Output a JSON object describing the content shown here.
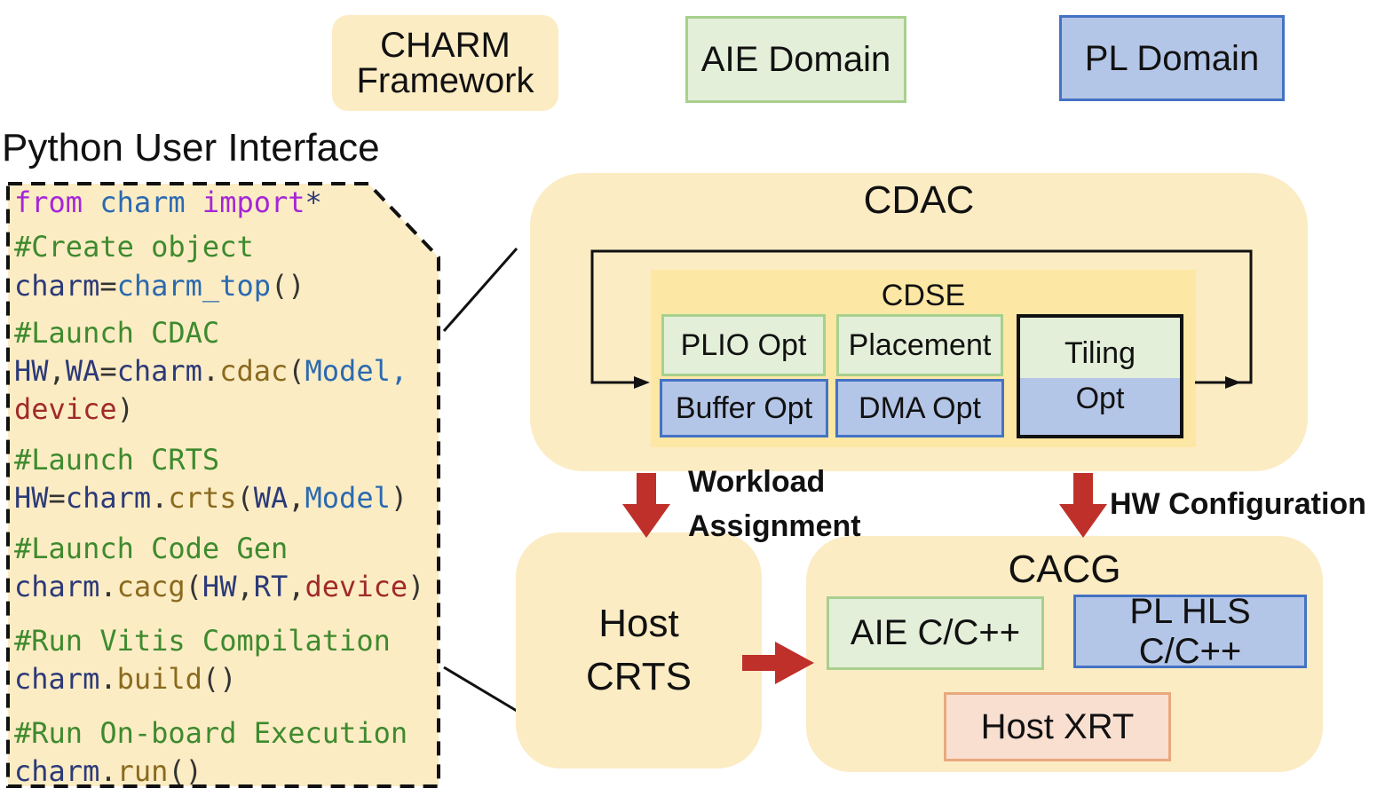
{
  "legend": {
    "charm_line1": "CHARM",
    "charm_line2": "Framework",
    "aie": "AIE Domain",
    "pl": "PL Domain"
  },
  "python_ui": {
    "title": "Python User Interface",
    "code": [
      [
        {
          "t": "from ",
          "c": "kw"
        },
        {
          "t": "charm ",
          "c": "st"
        },
        {
          "t": "import",
          "c": "kw"
        },
        {
          "t": "*",
          "c": "id"
        }
      ],
      [
        {
          "t": "#Create object",
          "c": "cm"
        }
      ],
      [
        {
          "t": "charm",
          "c": "id"
        },
        {
          "t": "=",
          "c": ""
        },
        {
          "t": "charm_top",
          "c": "st"
        },
        {
          "t": "()",
          "c": ""
        }
      ],
      [
        {
          "t": "#Launch CDAC",
          "c": "cm"
        }
      ],
      [
        {
          "t": "HW",
          "c": "id"
        },
        {
          "t": ",",
          "c": ""
        },
        {
          "t": "WA",
          "c": "id"
        },
        {
          "t": "=",
          "c": ""
        },
        {
          "t": "charm",
          "c": "id"
        },
        {
          "t": ".",
          "c": ""
        },
        {
          "t": "cdac",
          "c": "fn"
        },
        {
          "t": "(",
          "c": ""
        },
        {
          "t": "Model,",
          "c": "st"
        }
      ],
      [
        {
          "t": "device",
          "c": "dv"
        },
        {
          "t": ")",
          "c": ""
        }
      ],
      [
        {
          "t": "#Launch CRTS",
          "c": "cm"
        }
      ],
      [
        {
          "t": "HW",
          "c": "id"
        },
        {
          "t": "=",
          "c": ""
        },
        {
          "t": "charm",
          "c": "id"
        },
        {
          "t": ".",
          "c": ""
        },
        {
          "t": "crts",
          "c": "fn"
        },
        {
          "t": "(",
          "c": ""
        },
        {
          "t": "WA",
          "c": "id"
        },
        {
          "t": ",",
          "c": ""
        },
        {
          "t": "Model",
          "c": "st"
        },
        {
          "t": ")",
          "c": ""
        }
      ],
      [
        {
          "t": "#Launch Code Gen",
          "c": "cm"
        }
      ],
      [
        {
          "t": "charm",
          "c": "id"
        },
        {
          "t": ".",
          "c": ""
        },
        {
          "t": "cacg",
          "c": "fn"
        },
        {
          "t": "(",
          "c": ""
        },
        {
          "t": "HW",
          "c": "id"
        },
        {
          "t": ",",
          "c": ""
        },
        {
          "t": "RT",
          "c": "id"
        },
        {
          "t": ",",
          "c": ""
        },
        {
          "t": "device",
          "c": "dv"
        },
        {
          "t": ")",
          "c": ""
        }
      ],
      [
        {
          "t": "#Run Vitis Compilation",
          "c": "cm"
        }
      ],
      [
        {
          "t": "charm",
          "c": "id"
        },
        {
          "t": ".",
          "c": ""
        },
        {
          "t": "build",
          "c": "fn"
        },
        {
          "t": "()",
          "c": ""
        }
      ],
      [
        {
          "t": "#Run On-board Execution",
          "c": "cm"
        }
      ],
      [
        {
          "t": "charm",
          "c": "id"
        },
        {
          "t": ".",
          "c": ""
        },
        {
          "t": "run",
          "c": "fn"
        },
        {
          "t": "()",
          "c": ""
        }
      ]
    ]
  },
  "cdac": {
    "title": "CDAC",
    "cdse": {
      "title": "CDSE",
      "plio": "PLIO Opt",
      "placement": "Placement",
      "tiling_top": "Tiling",
      "tiling_bottom": "Opt",
      "buffer": "Buffer Opt",
      "dma": "DMA Opt"
    }
  },
  "arrows": {
    "workload_line1": "Workload",
    "workload_line2": "Assignment",
    "hw_config": "HW Configuration"
  },
  "host": {
    "line1": "Host",
    "line2": "CRTS"
  },
  "cacg": {
    "title": "CACG",
    "aie": "AIE C/C++",
    "pl": "PL HLS C/C++",
    "host_xrt": "Host XRT"
  },
  "colors": {
    "framework": "#fcecc4",
    "aie_fill": "#e3efd9",
    "aie_border": "#a8d08d",
    "pl_fill": "#b4c6e7",
    "pl_border": "#4472c4",
    "arrow": "#c0302a"
  }
}
